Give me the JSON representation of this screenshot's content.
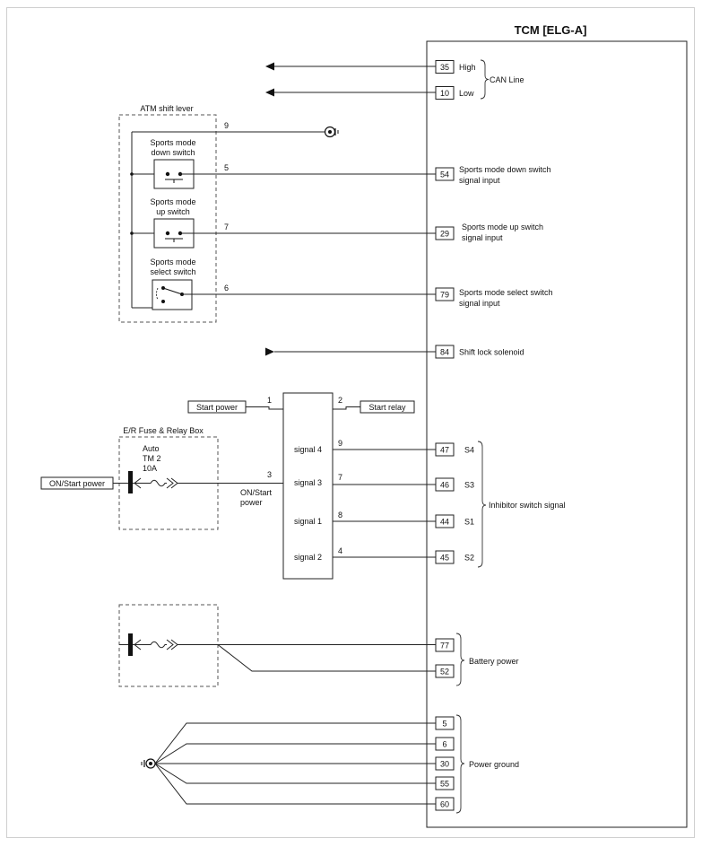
{
  "tcm": {
    "title": "TCM [ELG-A]"
  },
  "can": {
    "high_pin": "35",
    "high_label": "High",
    "low_pin": "10",
    "low_label": "Low",
    "group_label": "CAN Line"
  },
  "shift_lever": {
    "title": "ATM shift lever",
    "wire_ground": "9",
    "down_switch": {
      "name_line1": "Sports mode",
      "name_line2": "down switch",
      "wire": "5",
      "pin": "54",
      "signal_line1": "Sports mode down switch",
      "signal_line2": "signal input"
    },
    "up_switch": {
      "name_line1": "Sports mode",
      "name_line2": "up switch",
      "wire": "7",
      "pin": "29",
      "signal_line1": "Sports mode up switch",
      "signal_line2": "signal input"
    },
    "select_switch": {
      "name_line1": "Sports mode",
      "name_line2": "select switch",
      "wire": "6",
      "pin": "79",
      "signal_line1": "Sports mode select switch",
      "signal_line2": "signal input"
    }
  },
  "shift_lock": {
    "pin": "84",
    "label": "Shift lock solenoid"
  },
  "inhibitor": {
    "start_power_label": "Start power",
    "start_power_wire": "1",
    "start_relay_label": "Start relay",
    "start_relay_wire": "2",
    "on_start_wire": "3",
    "on_start_line1": "ON/Start",
    "on_start_line2": "power",
    "signals": [
      {
        "label": "signal 4",
        "wire": "9",
        "pin": "47",
        "name": "S4"
      },
      {
        "label": "signal 3",
        "wire": "7",
        "pin": "46",
        "name": "S3"
      },
      {
        "label": "signal 1",
        "wire": "8",
        "pin": "44",
        "name": "S1"
      },
      {
        "label": "signal 2",
        "wire": "4",
        "pin": "45",
        "name": "S2"
      }
    ],
    "group_label": "Inhibitor switch signal"
  },
  "fuse_box": {
    "title": "E/R Fuse & Relay Box",
    "fuse_line1": "Auto",
    "fuse_line2": "TM 2",
    "fuse_line3": "10A",
    "source_label": "ON/Start power"
  },
  "battery": {
    "pins": [
      "77",
      "52"
    ],
    "group_label": "Battery power"
  },
  "ground": {
    "pins": [
      "5",
      "6",
      "30",
      "55",
      "60"
    ],
    "group_label": "Power ground"
  },
  "colors": {
    "line": "#222222",
    "dashed_box": "#555555",
    "fuse_box_fill": "#f1f1f1"
  }
}
